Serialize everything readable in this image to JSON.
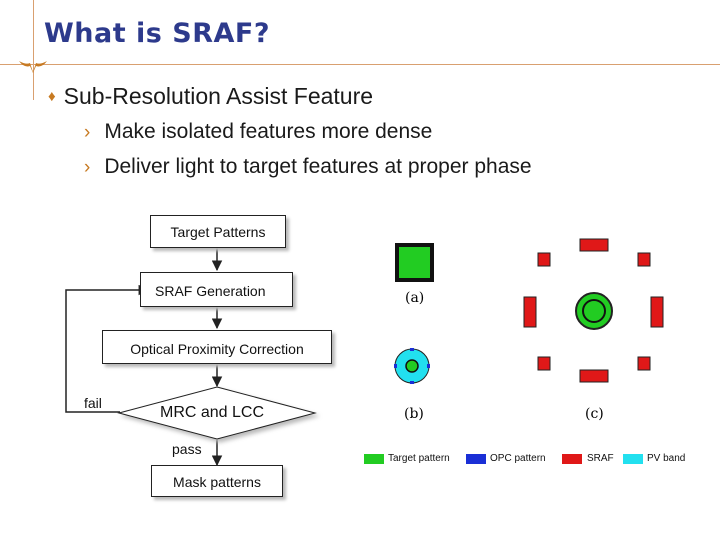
{
  "slide": {
    "title": "What is SRAF?",
    "bullet": "Sub-Resolution Assist Feature",
    "subbullets": [
      "Make isolated features more dense",
      "Deliver light to target features at proper phase"
    ]
  },
  "flowchart": {
    "target_patterns": "Target Patterns",
    "sraf_generation": "SRAF Generation",
    "opc": "Optical Proximity Correction",
    "mrc": "MRC and LCC",
    "fail": "fail",
    "pass": "pass",
    "mask_patterns": "Mask patterns"
  },
  "figure": {
    "label_a": "(a)",
    "label_b": "(b)",
    "label_c": "(c)",
    "legend": [
      {
        "label": "Target pattern",
        "color": "#22cc22"
      },
      {
        "label": "OPC pattern",
        "color": "#1a2fd6"
      },
      {
        "label": "SRAF",
        "color": "#e01818"
      },
      {
        "label": "PV band",
        "color": "#22e0ef"
      }
    ]
  }
}
